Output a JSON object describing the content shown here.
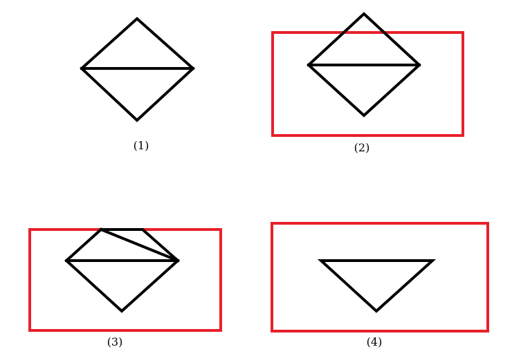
{
  "colors": {
    "line": "#000000",
    "clip_window": "#e8202a",
    "background": "#ffffff"
  },
  "panels": [
    {
      "caption": "(1)",
      "has_clip_window": false
    },
    {
      "caption": "(2)",
      "has_clip_window": true
    },
    {
      "caption": "(3)",
      "has_clip_window": true
    },
    {
      "caption": "(4)",
      "has_clip_window": true
    }
  ]
}
